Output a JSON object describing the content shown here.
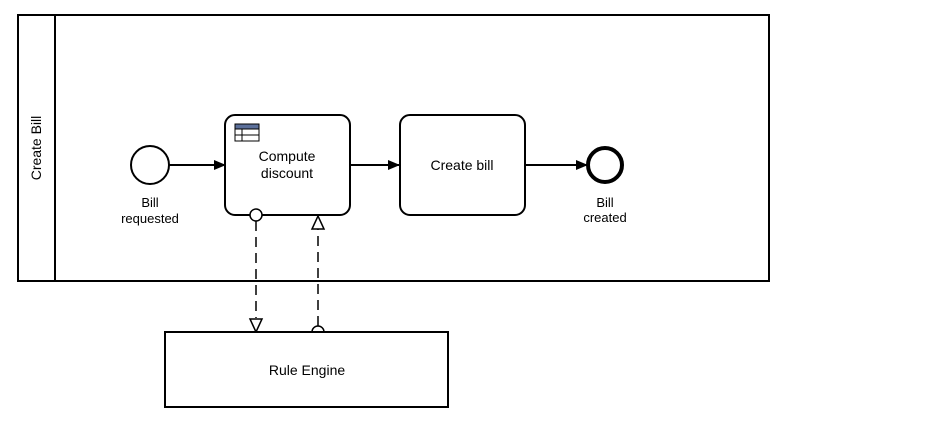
{
  "pool": {
    "label": "Create Bill"
  },
  "start_event": {
    "label_line1": "Bill",
    "label_line2": "requested"
  },
  "task_compute": {
    "label_line1": "Compute",
    "label_line2": "discount",
    "type_icon": "business-rule-table-icon"
  },
  "task_create": {
    "label": "Create bill"
  },
  "end_event": {
    "label_line1": "Bill",
    "label_line2": "created"
  },
  "external_pool": {
    "label": "Rule Engine"
  },
  "icons": {
    "message_start": "message-flow-start-circle-icon",
    "message_end": "message-flow-arrowhead-icon"
  },
  "colors": {
    "stroke": "#000000",
    "fill": "#ffffff",
    "rule_header": "#5b6f9a"
  }
}
